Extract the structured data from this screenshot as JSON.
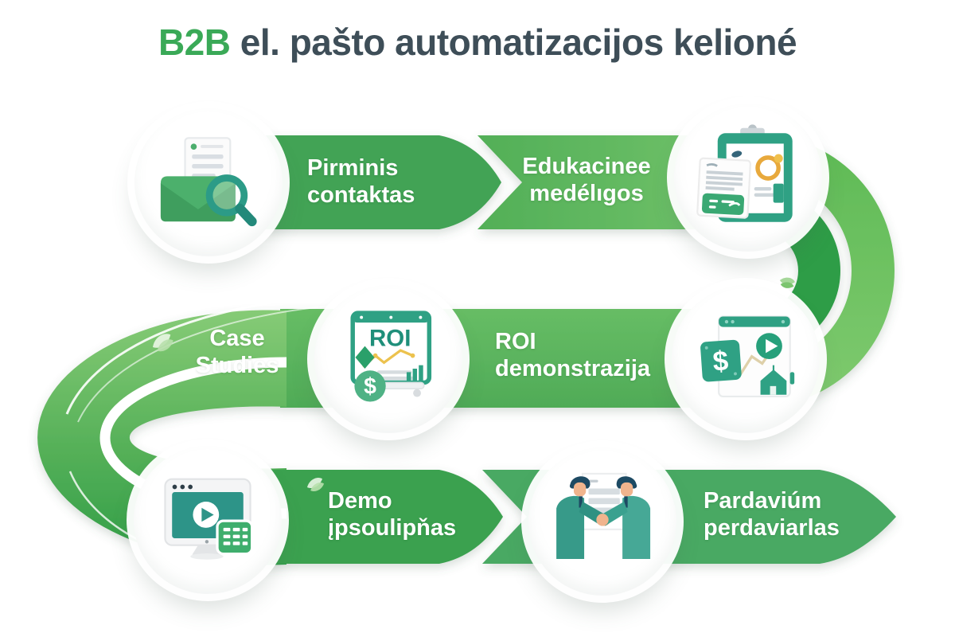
{
  "title": {
    "highlight": "B2B",
    "rest": "el. pašto automatizacijos kelioné"
  },
  "steps": [
    {
      "label_line1": "Pirminis",
      "label_line2": "contaktas",
      "icon": "envelope-magnifier"
    },
    {
      "label_line1": "Edukacinee",
      "label_line2": "medélıgos",
      "icon": "clipboard-report"
    },
    {
      "label_line1": "Case",
      "label_line2": "Studies",
      "icon": "roi-presentation"
    },
    {
      "label_line1": "ROI",
      "label_line2": "demonstrazija",
      "icon": "dollar-dashboard"
    },
    {
      "label_line1": "Demo",
      "label_line2": "įpsoulipňas",
      "icon": "monitor-play"
    },
    {
      "label_line1": "Pardaviúm",
      "label_line2": "perdaviarlas",
      "icon": "handshake"
    }
  ],
  "icon_labels": {
    "roi_board_text": "ROI",
    "dollar_sign": "$"
  },
  "colors": {
    "band_dark": "#42a355",
    "band_light": "#74c46c",
    "turn_dark": "#2f9d47",
    "row3_dark": "#3ba150",
    "row3_light": "#4aa963",
    "accent_teal": "#2fa184",
    "title_text": "#3e4e58",
    "title_highlight": "#3aa957",
    "chart_yellow": "#e8a93c"
  }
}
